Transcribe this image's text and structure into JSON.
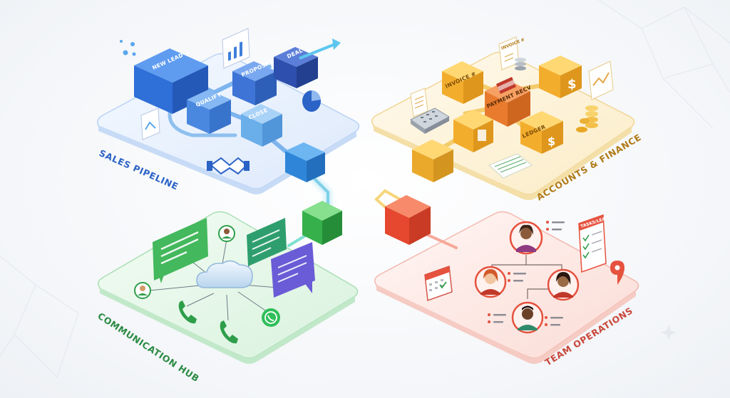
{
  "zones": {
    "sales": {
      "title": "SALES PIPELINE",
      "color": "#2b63c6"
    },
    "finance": {
      "title": "ACCOUNTS & FINANCE",
      "color": "#b07a16"
    },
    "comm": {
      "title": "COMMUNICATION HUB",
      "color": "#2b8a43"
    },
    "team": {
      "title": "TEAM OPERATIONS",
      "color": "#c9473a"
    }
  },
  "sales_cubes": {
    "new_lead": "NEW LEAD →",
    "qualify": "QUALIFY",
    "proposal": "PROPOSAL",
    "deal": "DEAL",
    "close": "CLOSE"
  },
  "finance_cubes": {
    "invoice": "INVOICE #",
    "payment": "PAYMENT RECV",
    "ledger": "LEDGER",
    "dollar_top": "$",
    "dollar_right": "$"
  },
  "finance_docs": {
    "invoice_doc": "INVOICE #"
  },
  "team_docs": {
    "task_list": "TASKS/LEAD"
  },
  "colors": {
    "sales": "#2f6fd8",
    "finance": "#f2b531",
    "comm": "#3bb35a",
    "team": "#e85a48",
    "connector": "#7fd0e8"
  }
}
